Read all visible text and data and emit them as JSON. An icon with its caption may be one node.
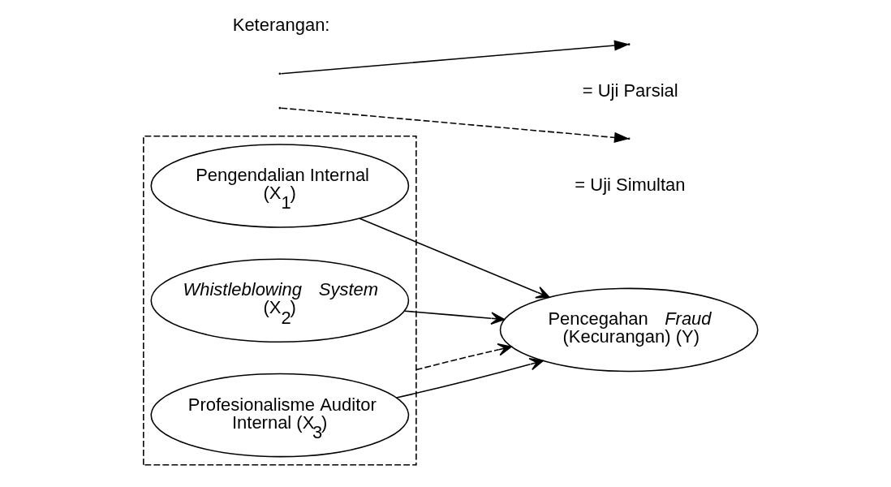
{
  "diagram": {
    "nodes": [
      {
        "text": [],
        "shape": "box"
      },
      {
        "text": [
          "Pengendalian Internal (X$_{1}$)"
        ],
        "in": 0
      },
      {
        "text": [
          "*Whistleblowing System* (X$_{2}$)"
        ],
        "in": 0
      },
      {
        "text": [
          "Profesionalisme Auditor Internal (X$_{3}$)"
        ],
        "in": 0
      },
      {
        "text": [
          "Pencegahan *Fraud* (Kecurangan) (Y)"
        ]
      }
    ],
    "edges": [
      {
        "from": 1,
        "to": 4,
        "arrow": "to"
      },
      {
        "from": 2,
        "to": 4,
        "arrow": "to"
      },
      {
        "from": 3,
        "to": 4,
        "arrow": "to"
      },
      {
        "from": 0,
        "to": 4,
        "arrow": "to",
        "style": "dashed"
      }
    ],
    "labels": [
      "Keterangan:"
    ],
    "legend": [
      {
        "text": "= Uji Parsial"
      },
      {
        "text": "= Uji Simultan"
      }
    ]
  }
}
